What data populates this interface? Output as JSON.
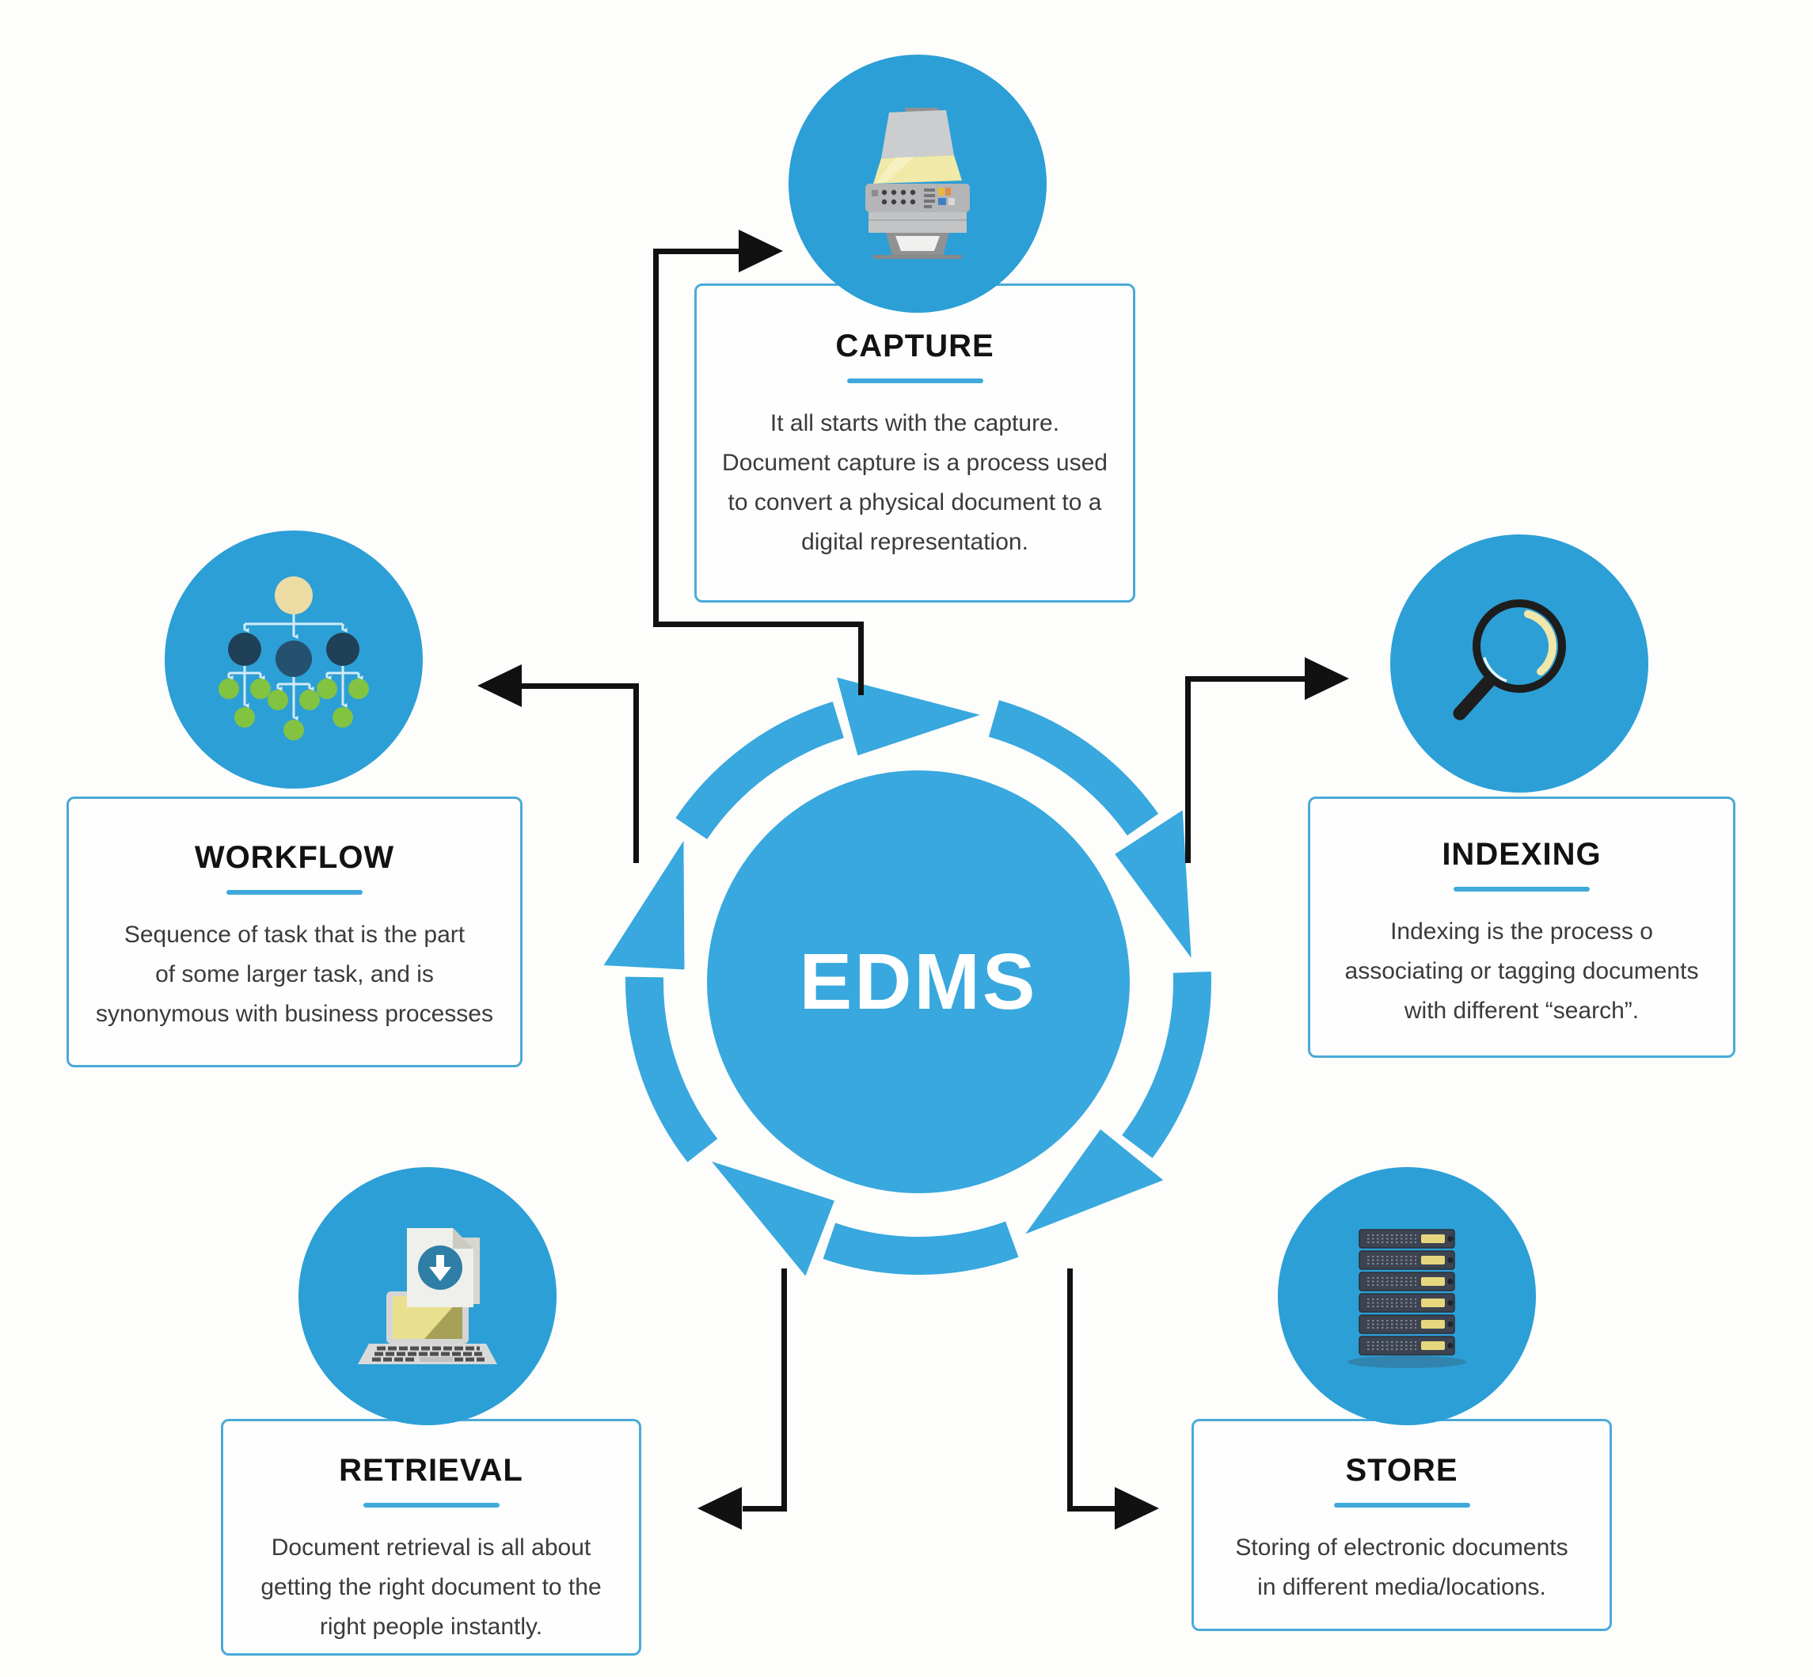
{
  "center": {
    "label": "EDMS"
  },
  "colors": {
    "station_circle_blue": "#2C9FD6",
    "ring_blue": "#38A8DE",
    "box_border_blue": "#4AAAD8",
    "underline_blue": "#3FA9DC",
    "connector_black": "#111111",
    "title_text": "#121212",
    "body_text": "#3B3B3B"
  },
  "nodes": [
    {
      "id": "capture",
      "title": "CAPTURE",
      "icon": "printer-scanner-icon",
      "lines": [
        "It all starts with the  capture.",
        "Document capture is a process used",
        "to convert a physical document to a",
        "digital representation."
      ]
    },
    {
      "id": "workflow",
      "title": "WORKFLOW",
      "icon": "hierarchy-tree-icon",
      "lines": [
        "Sequence of task that is the part",
        "of some larger task, and is",
        "synonymous with business processes"
      ]
    },
    {
      "id": "indexing",
      "title": "INDEXING",
      "icon": "magnifying-glass-icon",
      "lines": [
        "Indexing is the process o",
        "associating or tagging documents",
        "with different “search”."
      ]
    },
    {
      "id": "retrieval",
      "title": "RETRIEVAL",
      "icon": "laptop-download-icon",
      "lines": [
        "Document retrieval is all about",
        "getting the right document to the",
        "right people instantly."
      ]
    },
    {
      "id": "store",
      "title": "STORE",
      "icon": "server-rack-icon",
      "lines": [
        "Storing of electronic documents",
        "in different media/locations."
      ]
    }
  ]
}
